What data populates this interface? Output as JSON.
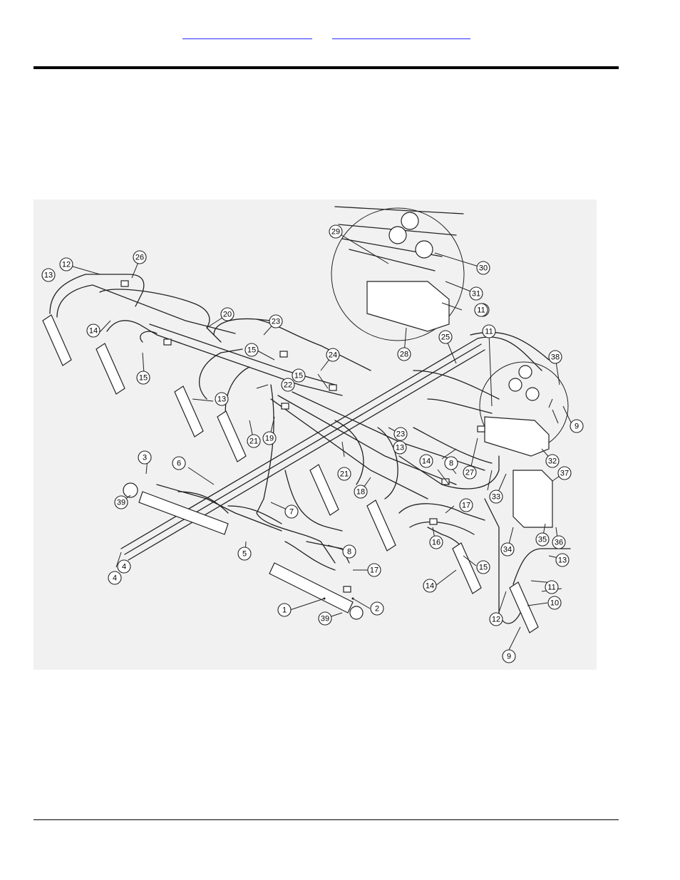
{
  "header": {
    "link_left": "",
    "link_right": ""
  },
  "callouts": [
    "1",
    "2",
    "3",
    "4",
    "5",
    "6",
    "7",
    "8",
    "9",
    "10",
    "11",
    "12",
    "13",
    "14",
    "15",
    "16",
    "17",
    "18",
    "19",
    "20",
    "21",
    "22",
    "23",
    "24",
    "25",
    "26",
    "27",
    "28",
    "29",
    "30",
    "31",
    "32",
    "33",
    "34",
    "35",
    "36",
    "37",
    "38",
    "39"
  ]
}
